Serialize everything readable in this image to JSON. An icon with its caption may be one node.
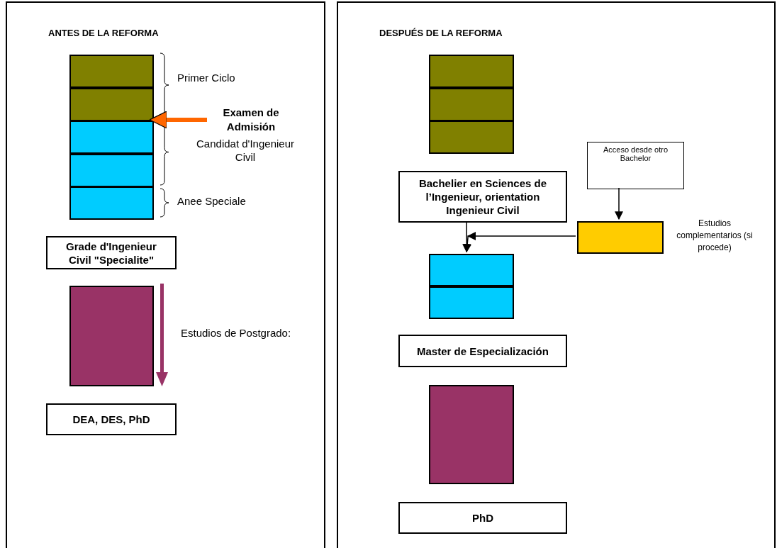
{
  "diagram": {
    "nodes": [
      {
        "text": [
          "ANTES DE LA REFORMA"
        ]
      },
      {
        "text": [],
        "shape": "box",
        "in": 0
      },
      {
        "text": [],
        "shape": "box",
        "in": 0
      },
      {
        "text": [],
        "shape": "box",
        "in": 0
      },
      {
        "text": [],
        "shape": "box",
        "in": 0
      },
      {
        "text": [],
        "shape": "box",
        "in": 0
      },
      {
        "text": [
          "Examen de Admisión"
        ],
        "in": 0
      },
      {
        "text": [
          "Grade d'Ingenieur Civil \"Specialite\""
        ],
        "in": 0
      },
      {
        "text": [],
        "shape": "box",
        "in": 0
      },
      {
        "text": [
          "DEA, DES, PhD"
        ],
        "in": 0
      },
      {
        "text": [
          "DESPUÉS DE LA REFORMA"
        ]
      },
      {
        "text": [],
        "shape": "box",
        "in": 10
      },
      {
        "text": [],
        "shape": "box",
        "in": 10
      },
      {
        "text": [],
        "shape": "box",
        "in": 10
      },
      {
        "text": [
          "Bachelier en Sciences de l’Ingenieur, orientation Ingenieur Civil"
        ],
        "in": 10
      },
      {
        "text": [
          "Acceso desde otro Bachelor"
        ],
        "in": 10
      },
      {
        "text": [],
        "shape": "box",
        "in": 10,
        "beside": [
          "Estudios complementarios (si procede)"
        ]
      },
      {
        "text": [],
        "shape": "box",
        "in": 10
      },
      {
        "text": [],
        "shape": "box",
        "in": 10
      },
      {
        "text": [
          "Master de Especialización"
        ],
        "in": 10
      },
      {
        "text": [],
        "shape": "box",
        "in": 10
      },
      {
        "text": [
          "PhD"
        ],
        "in": 10
      }
    ],
    "edges": [
      {
        "from": 6,
        "to": 3,
        "arrow": "to",
        "style": "thick",
        "color": "#ff6600"
      },
      {
        "from": 14,
        "to": 17,
        "arrow": "to"
      },
      {
        "from": 15,
        "to": 16,
        "arrow": "to"
      },
      {
        "from": 16,
        "to": 17,
        "arrow": "to"
      }
    ],
    "labels": [
      "Primer Ciclo",
      "Candidat d'Ingenieur Civil",
      "Anee Speciale",
      "Estudios de Postgrado:"
    ]
  }
}
